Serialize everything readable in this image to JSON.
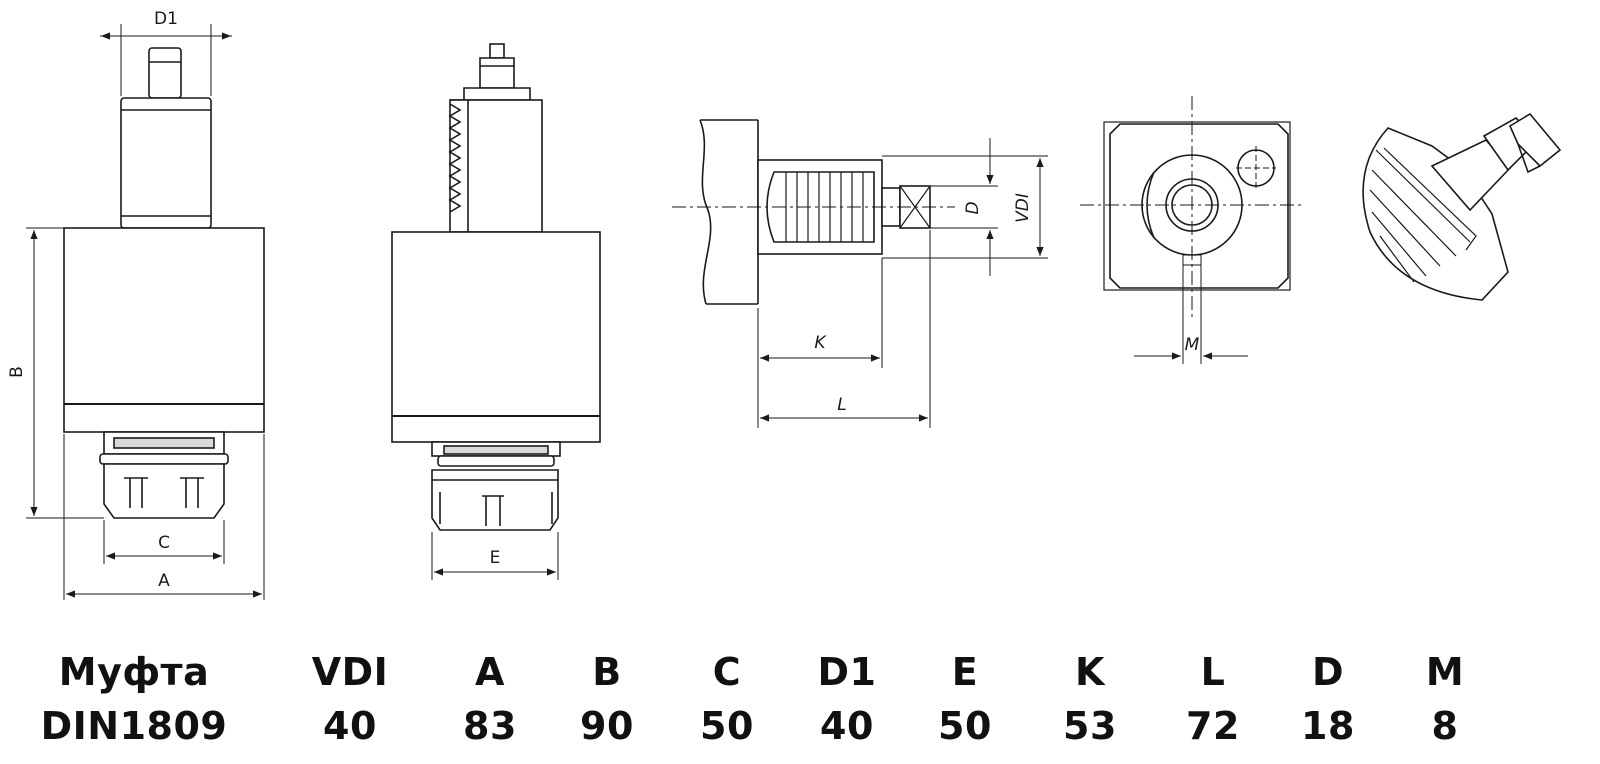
{
  "drawing": {
    "front_view_dims": {
      "d1": "D1",
      "b": "B",
      "c": "C",
      "a": "A"
    },
    "side_view_dims": {
      "e": "E"
    },
    "section_view_dims": {
      "d": "D",
      "vdi": "VDI",
      "k": "K",
      "l": "L"
    },
    "end_view_dims": {
      "m": "M"
    }
  },
  "table": {
    "headers": [
      "Муфта",
      "VDI",
      "A",
      "B",
      "C",
      "D1",
      "E",
      "K",
      "L",
      "D",
      "M"
    ],
    "row": [
      "DIN1809",
      "40",
      "83",
      "90",
      "50",
      "40",
      "50",
      "53",
      "72",
      "18",
      "8"
    ]
  }
}
